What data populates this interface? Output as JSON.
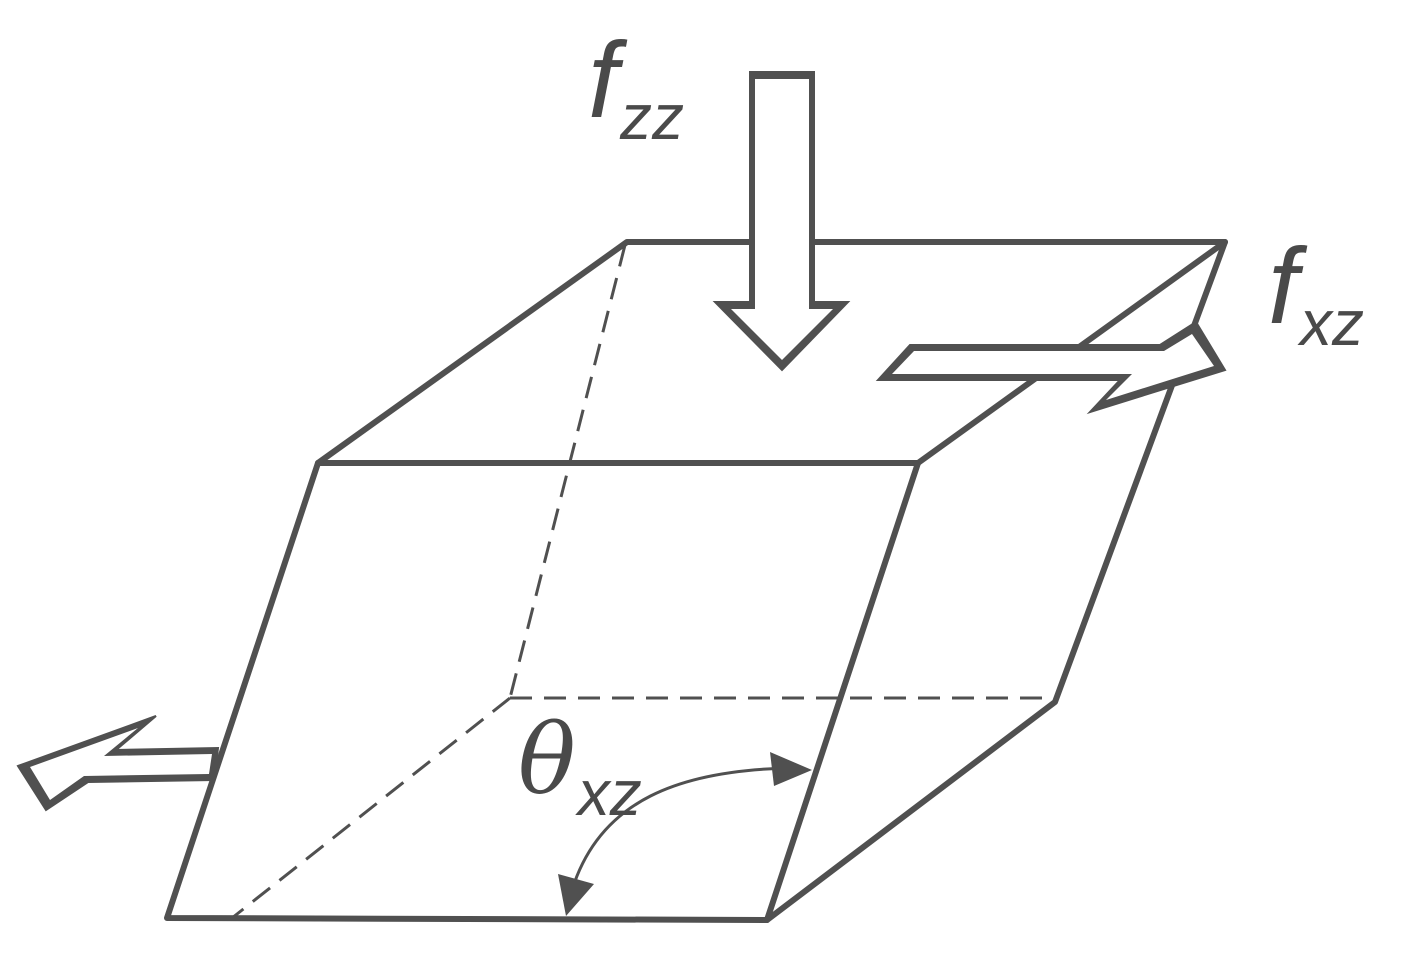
{
  "labels": {
    "normal_force": {
      "symbol": "f",
      "subscript": "zz"
    },
    "shear_force": {
      "symbol": "f",
      "subscript": "xz"
    },
    "shear_angle": {
      "symbol": "θ",
      "subscript": "xz"
    }
  },
  "colors": {
    "stroke": "#505050",
    "text": "#4a4a4a",
    "background": "#ffffff"
  }
}
